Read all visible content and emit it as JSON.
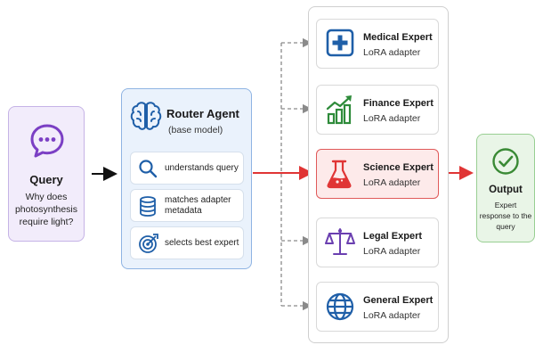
{
  "query": {
    "title": "Query",
    "text": "Why does photosynthesis require light?"
  },
  "router": {
    "title": "Router Agent",
    "subtitle": "(base model)",
    "steps": [
      {
        "label": "understands query",
        "icon": "search-icon"
      },
      {
        "label": "matches adapter metadata",
        "icon": "database-icon"
      },
      {
        "label": "selects best expert",
        "icon": "target-icon"
      }
    ]
  },
  "experts": [
    {
      "name": "Medical Expert",
      "adapter": "LoRA adapter",
      "icon": "medical-cross-icon",
      "selected": false
    },
    {
      "name": "Finance Expert",
      "adapter": "LoRA adapter",
      "icon": "growth-chart-icon",
      "selected": false
    },
    {
      "name": "Science Expert",
      "adapter": "LoRA adapter",
      "icon": "flask-icon",
      "selected": true
    },
    {
      "name": "Legal Expert",
      "adapter": "LoRA adapter",
      "icon": "scales-icon",
      "selected": false
    },
    {
      "name": "General Expert",
      "adapter": "LoRA adapter",
      "icon": "globe-icon",
      "selected": false
    }
  ],
  "output": {
    "title": "Output",
    "text": "Expert response to the query"
  },
  "colors": {
    "query_bg": "#f2ecfb",
    "query_accent": "#7b3fc4",
    "router_bg": "#eaf2fc",
    "router_accent": "#1f5fa8",
    "selected_route": "#e03535",
    "dashed_route": "#8a8a8a",
    "output_bg": "#e9f5e7",
    "output_accent": "#3a8a35"
  }
}
